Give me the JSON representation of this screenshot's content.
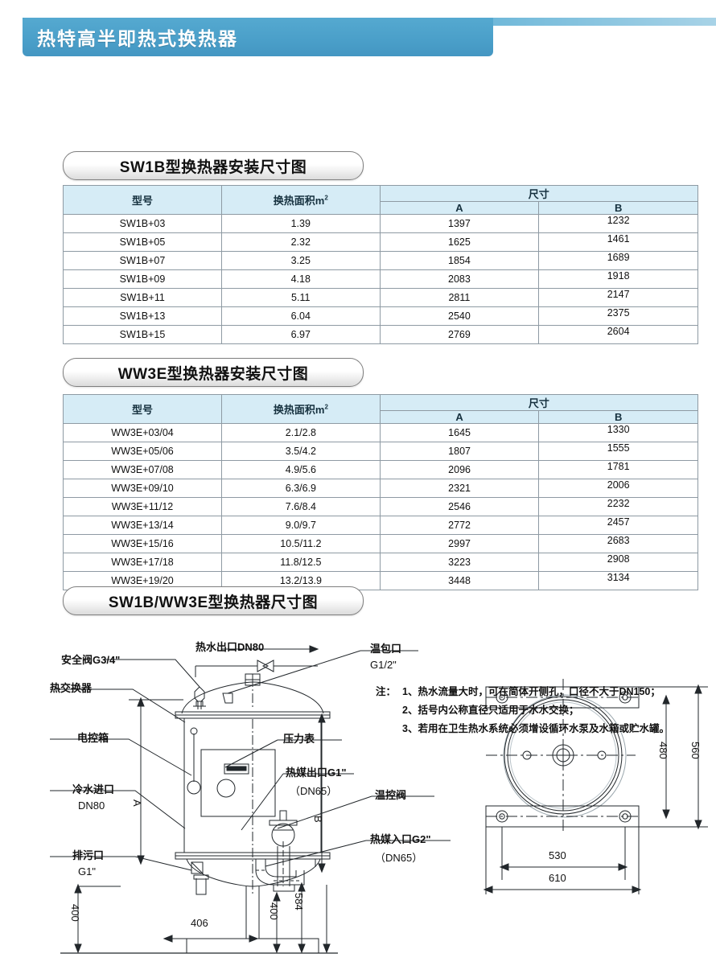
{
  "banner": {
    "title": "热特高半即热式换热器",
    "color": "#4a9fc9"
  },
  "sections": [
    {
      "id": "sw1b",
      "title": "SW1B型换热器安装尺寸图"
    },
    {
      "id": "ww3e",
      "title": "WW3E型换热器安装尺寸图"
    },
    {
      "id": "drawing",
      "title": "SW1B/WW3E型换热器尺寸图"
    }
  ],
  "table_headers": {
    "model": "型号",
    "area": "换热面积m",
    "area_sup": "2",
    "dimension": "尺寸",
    "a": "A",
    "b": "B"
  },
  "table_sw1b": {
    "rows": [
      {
        "model": "SW1B+03",
        "area": "1.39",
        "a": "1397",
        "b": "1232"
      },
      {
        "model": "SW1B+05",
        "area": "2.32",
        "a": "1625",
        "b": "1461"
      },
      {
        "model": "SW1B+07",
        "area": "3.25",
        "a": "1854",
        "b": "1689"
      },
      {
        "model": "SW1B+09",
        "area": "4.18",
        "a": "2083",
        "b": "1918"
      },
      {
        "model": "SW1B+11",
        "area": "5.11",
        "a": "2811",
        "b": "2147"
      },
      {
        "model": "SW1B+13",
        "area": "6.04",
        "a": "2540",
        "b": "2375"
      },
      {
        "model": "SW1B+15",
        "area": "6.97",
        "a": "2769",
        "b": "2604"
      }
    ]
  },
  "table_ww3e": {
    "rows": [
      {
        "model": "WW3E+03/04",
        "area": "2.1/2.8",
        "a": "1645",
        "b": "1330"
      },
      {
        "model": "WW3E+05/06",
        "area": "3.5/4.2",
        "a": "1807",
        "b": "1555"
      },
      {
        "model": "WW3E+07/08",
        "area": "4.9/5.6",
        "a": "2096",
        "b": "1781"
      },
      {
        "model": "WW3E+09/10",
        "area": "6.3/6.9",
        "a": "2321",
        "b": "2006"
      },
      {
        "model": "WW3E+11/12",
        "area": "7.6/8.4",
        "a": "2546",
        "b": "2232"
      },
      {
        "model": "WW3E+13/14",
        "area": "9.0/9.7",
        "a": "2772",
        "b": "2457"
      },
      {
        "model": "WW3E+15/16",
        "area": "10.5/11.2",
        "a": "2997",
        "b": "2683"
      },
      {
        "model": "WW3E+17/18",
        "area": "11.8/12.5",
        "a": "3223",
        "b": "2908"
      },
      {
        "model": "WW3E+19/20",
        "area": "13.2/13.9",
        "a": "3448",
        "b": "3134"
      }
    ]
  },
  "drawing": {
    "labels": {
      "safety_valve": "安全阀G3/4\"",
      "hot_water_outlet": "热水出口DN80",
      "temp_bulb_port": "温包口",
      "temp_bulb_size": "G1/2\"",
      "heat_exchanger": "热交换器",
      "control_box": "电控箱",
      "cold_water_inlet": "冷水进口",
      "cold_water_size": "DN80",
      "drain_port": "排污口",
      "drain_size": "G1\"",
      "pressure_gauge": "压力表",
      "medium_outlet": "热媒出口G1\"",
      "medium_outlet_dn": "（DN65）",
      "temp_control_valve": "温控阀",
      "medium_inlet": "热媒入口G2\"",
      "medium_inlet_dn": "（DN65）",
      "dim_a": "A",
      "dim_b": "B"
    },
    "dimensions": {
      "left_height": "400",
      "width_406": "406",
      "right_400": "400",
      "right_584": "584",
      "plate_480": "480",
      "plate_560": "560",
      "plate_530": "530",
      "plate_610": "610"
    },
    "notes": {
      "prefix": "注：",
      "items": [
        "1、热水流量大时，可在简体开侧孔，口径不大于DN150；",
        "2、括号内公称直径只适用于水水交换；",
        "3、若用在卫生热水系统必须增设循环水泵及水箱或贮水罐。"
      ]
    }
  }
}
